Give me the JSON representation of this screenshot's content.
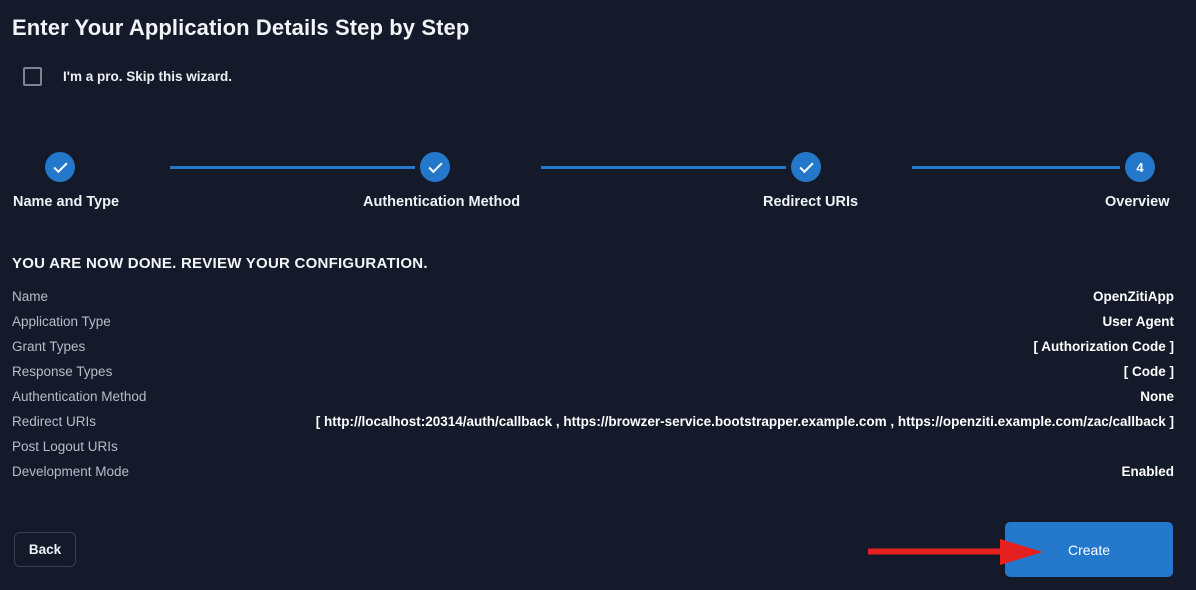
{
  "page": {
    "title": "Enter Your Application Details Step by Step"
  },
  "skip_wizard": {
    "label": "I'm a pro. Skip this wizard.",
    "checked": false,
    "icon": "checkbox-unchecked-icon"
  },
  "stepper": {
    "current_step": 4,
    "steps": [
      {
        "number": "1",
        "label": "Name and Type",
        "state": "complete",
        "icon": "check-icon"
      },
      {
        "number": "2",
        "label": "Authentication Method",
        "state": "complete",
        "icon": "check-icon"
      },
      {
        "number": "3",
        "label": "Redirect URIs",
        "state": "complete",
        "icon": "check-icon"
      },
      {
        "number": "4",
        "label": "Overview",
        "state": "active",
        "icon": "step-number-icon"
      }
    ]
  },
  "review": {
    "heading": "YOU ARE NOW DONE. REVIEW YOUR CONFIGURATION.",
    "rows": [
      {
        "label": "Name",
        "value": "OpenZitiApp"
      },
      {
        "label": "Application Type",
        "value": "User Agent"
      },
      {
        "label": "Grant Types",
        "value": "[ Authorization Code ]"
      },
      {
        "label": "Response Types",
        "value": "[ Code ]"
      },
      {
        "label": "Authentication Method",
        "value": "None"
      },
      {
        "label": "Redirect URIs",
        "value": "[ http://localhost:20314/auth/callback , https://browzer-service.bootstrapper.example.com , https://openziti.example.com/zac/callback ]"
      },
      {
        "label": "Post Logout URIs",
        "value": ""
      },
      {
        "label": "Development Mode",
        "value": "Enabled"
      }
    ]
  },
  "footer": {
    "back_label": "Back",
    "create_label": "Create"
  },
  "annotation": {
    "name": "red-arrow-pointing-to-create",
    "color": "#e5211f",
    "points_to": "Create"
  },
  "colors": {
    "background": "#141a29",
    "accent_blue": "#2378cb",
    "label_gray": "#b6bcc8",
    "value_white": "#ffffff",
    "annotation_red": "#e5211f"
  }
}
